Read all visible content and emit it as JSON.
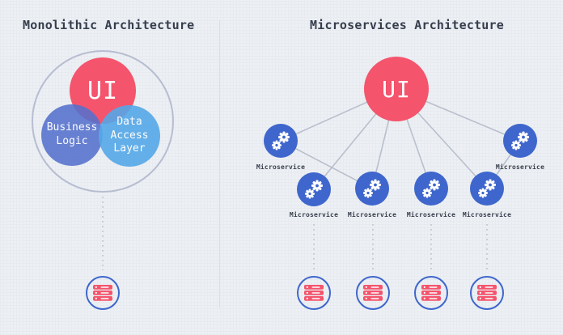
{
  "diagram": {
    "kind": "architecture-comparison",
    "left_panel": {
      "title": "Monolithic Architecture",
      "ui_circle": {
        "label": "UI"
      },
      "business_logic_circle": {
        "label": "Business\nLogic"
      },
      "data_access_circle": {
        "label": "Data\nAccess\nLayer"
      },
      "database": {
        "icon": "server-stack-icon"
      }
    },
    "right_panel": {
      "title": "Microservices Architecture",
      "ui_circle": {
        "label": "UI"
      },
      "microservices": [
        {
          "label": "Microservice",
          "position": "outer-left",
          "icon": "gears-icon"
        },
        {
          "label": "Microservice",
          "position": "inner-1",
          "icon": "gears-icon"
        },
        {
          "label": "Microservice",
          "position": "inner-2",
          "icon": "gears-icon"
        },
        {
          "label": "Microservice",
          "position": "inner-3",
          "icon": "gears-icon"
        },
        {
          "label": "Microservice",
          "position": "inner-4",
          "icon": "gears-icon"
        },
        {
          "label": "Microservice",
          "position": "outer-right",
          "icon": "gears-icon"
        }
      ],
      "databases": [
        {
          "icon": "server-stack-icon"
        },
        {
          "icon": "server-stack-icon"
        },
        {
          "icon": "server-stack-icon"
        },
        {
          "icon": "server-stack-icon"
        }
      ]
    },
    "colors": {
      "background": "#edf0f4",
      "grid_line": "#e7eaef",
      "accent_red": "#f4546c",
      "node_blue": "#3e66cc",
      "business_logic_blue": "#5571cd",
      "data_access_blue": "#55a8e8",
      "monolith_ring": "#b7bdd1",
      "connector_line": "#b9c0cc",
      "dotted_line": "#c2c6d2",
      "divider_line": "#dcdfe4",
      "title_text": "#363e4d",
      "node_text": "#ffffff"
    }
  }
}
